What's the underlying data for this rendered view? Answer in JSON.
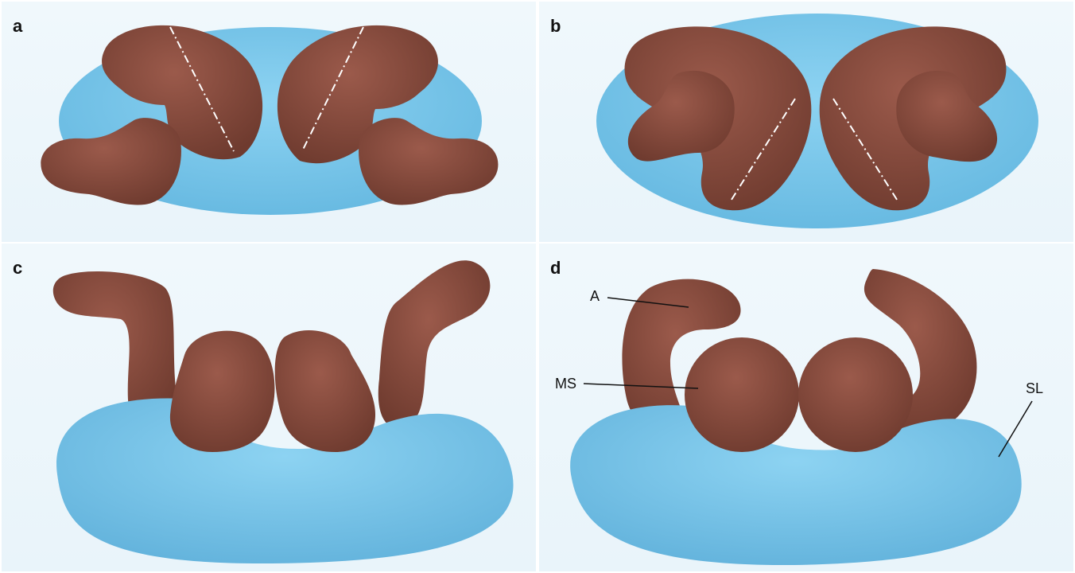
{
  "panels": [
    {
      "label": "a"
    },
    {
      "label": "b"
    },
    {
      "label": "c"
    },
    {
      "label": "d",
      "callouts": [
        "A",
        "MS",
        "SL"
      ]
    }
  ],
  "colors": {
    "tissue": "#8a4c3e",
    "tissue_dark": "#6e3a2e",
    "tissue_light": "#a06052",
    "base": "#7cc9ec",
    "base_dark": "#5fb3dc",
    "background": "#eef7fc",
    "guide_line": "#ffffff"
  }
}
